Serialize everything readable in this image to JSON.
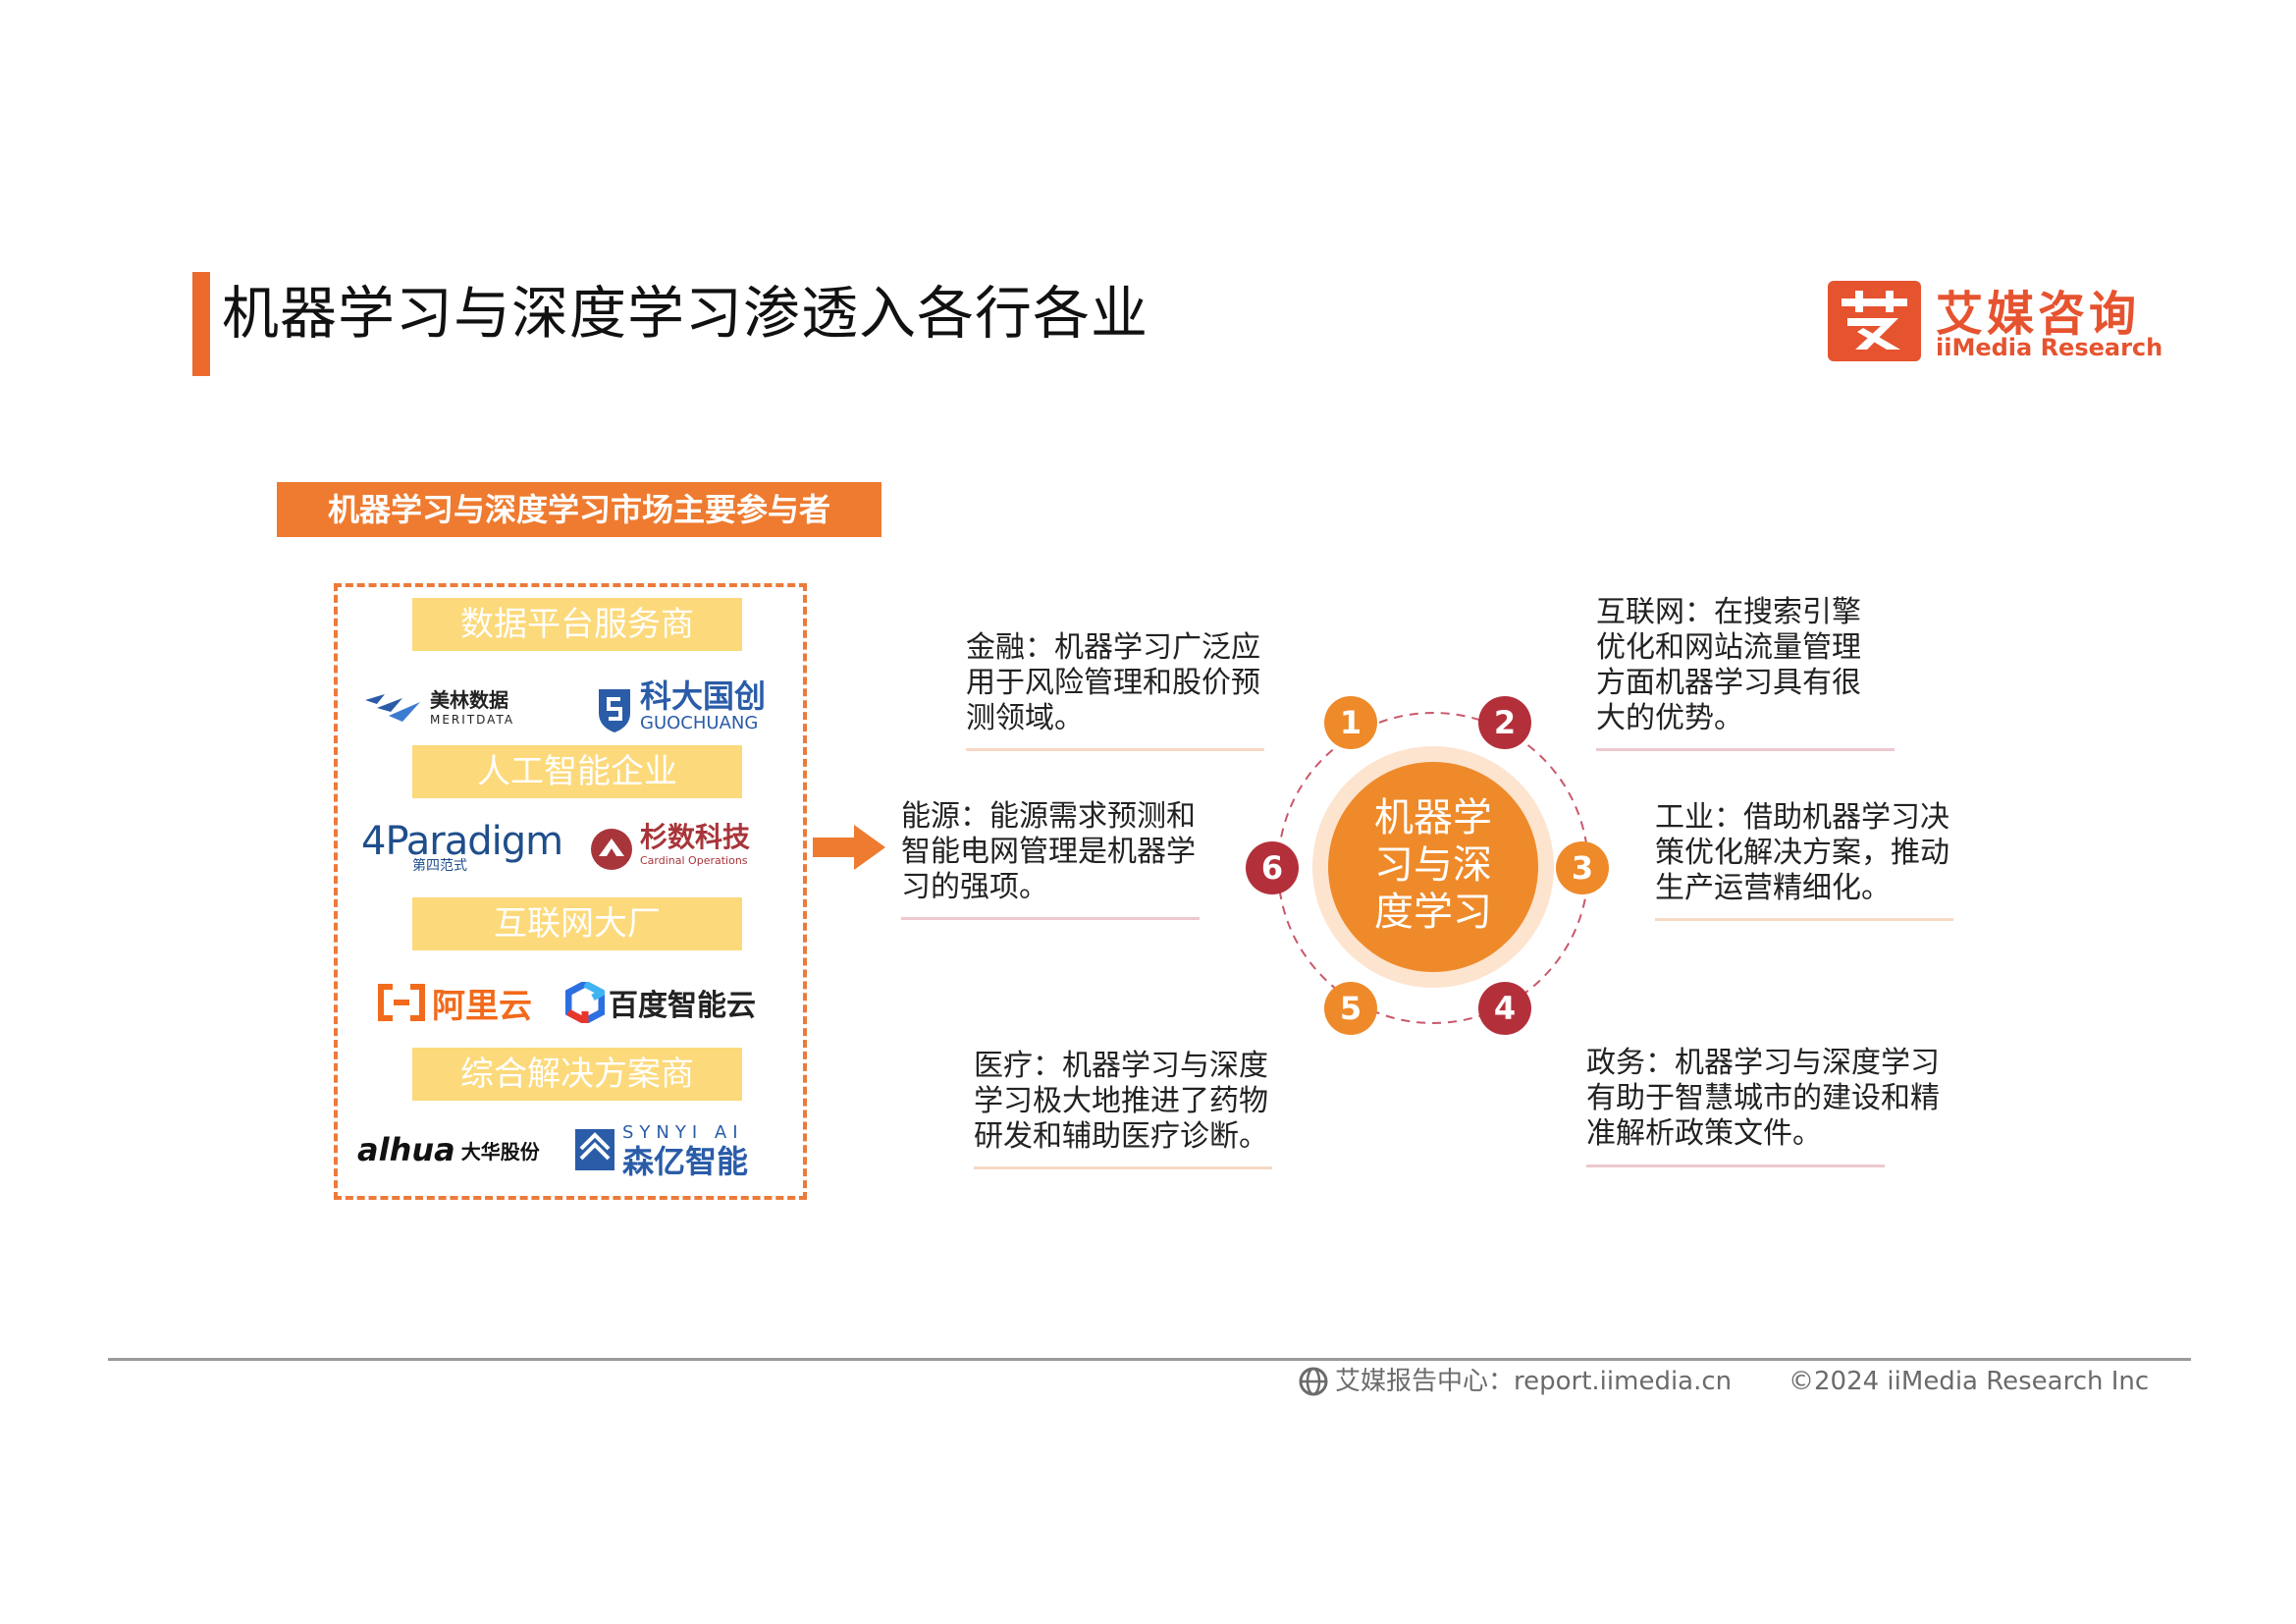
{
  "title": "机器学习与深度学习渗透入各行各业",
  "brand": {
    "cn": "艾媒咨询",
    "en": "iiMedia Research",
    "color": "#e6532f"
  },
  "participants": {
    "header": "机器学习与深度学习市场主要参与者",
    "categories": [
      {
        "name": "数据平台服务商",
        "logos": [
          {
            "name": "美林数据",
            "sub": "MERITDATA"
          },
          {
            "name": "科大国创",
            "sub": "GUOCHUANG"
          }
        ]
      },
      {
        "name": "人工智能企业",
        "logos": [
          {
            "name": "4Paradigm",
            "sub": "第四范式"
          },
          {
            "name": "杉数科技",
            "sub": "Cardinal Operations"
          }
        ]
      },
      {
        "name": "互联网大厂",
        "logos": [
          {
            "name": "阿里云",
            "sub": ""
          },
          {
            "name": "百度智能云",
            "sub": ""
          }
        ]
      },
      {
        "name": "综合解决方案商",
        "logos": [
          {
            "name": "alhua",
            "sub": "大华股份"
          },
          {
            "name": "森亿智能",
            "sub": "SYNYI AI"
          }
        ]
      }
    ]
  },
  "hub": "机器学\n习与深\n度学习",
  "items": [
    {
      "num": "1",
      "text": "金融：机器学习广泛应\n用于风险管理和股价预\n测领域。",
      "color": "#ef8a2a"
    },
    {
      "num": "2",
      "text": "互联网：在搜索引擎\n优化和网站流量管理\n方面机器学习具有很\n大的优势。",
      "color": "#b3303b"
    },
    {
      "num": "3",
      "text": "工业：借助机器学习决\n策优化解决方案，推动\n生产运营精细化。",
      "color": "#ef8a2a"
    },
    {
      "num": "4",
      "text": "政务：机器学习与深度学习\n有助于智慧城市的建设和精\n准解析政策文件。",
      "color": "#b3303b"
    },
    {
      "num": "5",
      "text": "医疗：机器学习与深度\n学习极大地推进了药物\n研发和辅助医疗诊断。",
      "color": "#ef8a2a"
    },
    {
      "num": "6",
      "text": "能源：能源需求预测和\n智能电网管理是机器学\n习的强项。",
      "color": "#b3303b"
    }
  ],
  "footer": {
    "source": "艾媒报告中心：report.iimedia.cn",
    "copyright": "©2024  iiMedia Research  Inc"
  }
}
